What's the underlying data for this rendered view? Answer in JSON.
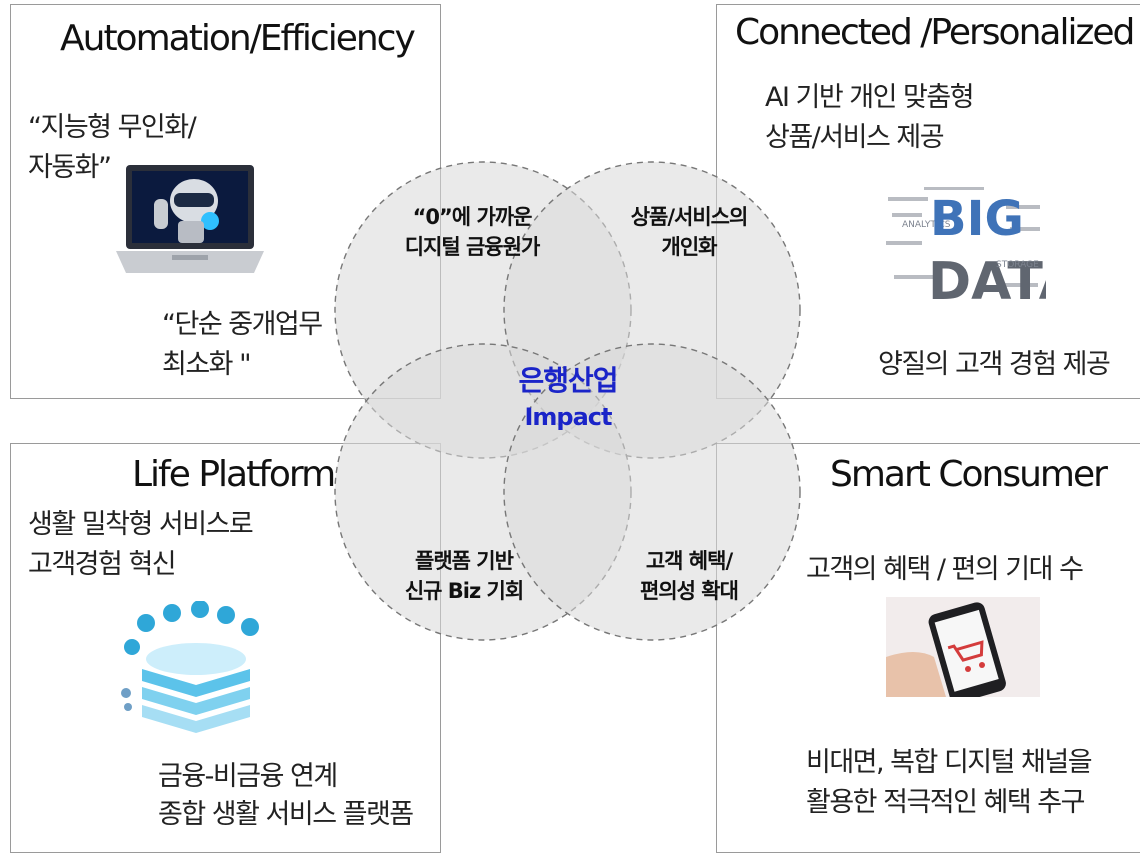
{
  "quadrants": {
    "top_left": {
      "title": "Automation/Efficiency",
      "line1": "“지능형 무인화/",
      "line2": "자동화”",
      "line3": "“단순 중개업무",
      "line4": "최소화 \"",
      "image": "robot-laptop-icon"
    },
    "top_right": {
      "title": "Connected /Personalized",
      "line1": "AI 기반 개인 맞춤형",
      "line2": "상품/서비스 제공",
      "line3": "양질의 고객 경험 제공",
      "image_word1": "BIG",
      "image_word2": "DATA",
      "image_word3": "ANALYTICS",
      "image_word4": "STORAGE"
    },
    "bottom_left": {
      "title": "Life Platform",
      "line1": "생활 밀착형 서비스로",
      "line2": "고객경험 혁신",
      "line3": "금융-비금융 연계",
      "line4": "종합 생활 서비스 플랫폼",
      "image": "platform-layers-icon"
    },
    "bottom_right": {
      "title": "Smart Consumer",
      "line1": "고객의 혜택 / 편의 기대 수",
      "line2": "비대면, 복합 디지털 채널을",
      "line3": "활용한 적극적인 혜택 추구",
      "image": "smartphone-cart-icon"
    }
  },
  "venn": {
    "top_left_line1": "“0”에 가까운",
    "top_left_line2": "디지털 금융원가",
    "top_right_line1": "상품/서비스의",
    "top_right_line2": "개인화",
    "bottom_left_line1": "플랫폼 기반",
    "bottom_left_line2": "신규 Biz 기회",
    "bottom_right_line1": "고객 혜택/",
    "bottom_right_line2": "편의성 확대",
    "center_line1": "은행산업",
    "center_line2": "Impact"
  },
  "colors": {
    "border": "#9a9a9a",
    "circle_fill": "#d9d9d9",
    "circle_stroke": "#777777",
    "center_text": "#1a24c8"
  }
}
